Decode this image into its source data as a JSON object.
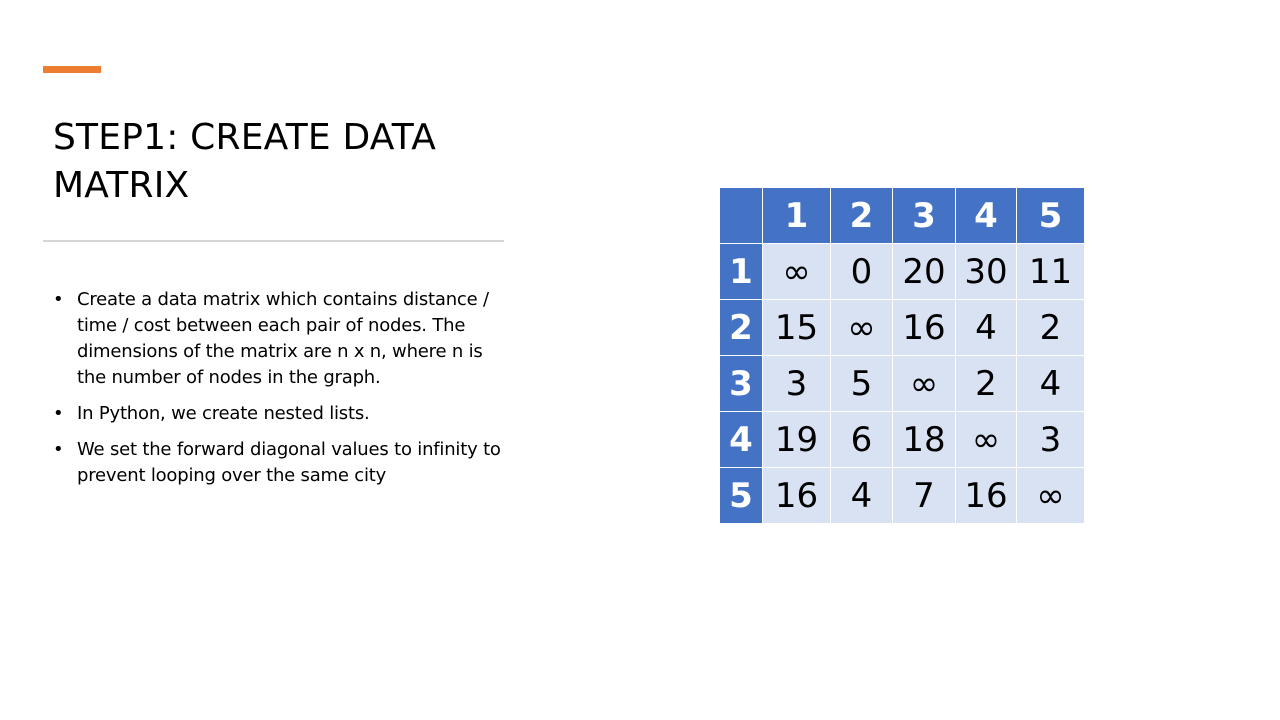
{
  "colors": {
    "accent": "#ED7D31",
    "header_fill": "#4472C4",
    "cell_fill": "#D9E2F3",
    "rule": "#D6D6D6"
  },
  "slide": {
    "title": "STEP1: CREATE DATA MATRIX",
    "bullet_glyph": "•",
    "bullets": [
      "Create a data matrix which contains distance / time / cost between each pair of nodes. The dimensions of the matrix are n x n, where n is the number of nodes in the graph.",
      "In Python, we create nested lists.",
      "We set the forward diagonal values to infinity to prevent looping over the same city"
    ]
  },
  "chart_data": {
    "type": "table",
    "columns": [
      "1",
      "2",
      "3",
      "4",
      "5"
    ],
    "rows": [
      {
        "label": "1",
        "values": [
          "∞",
          "0",
          "20",
          "30",
          "11"
        ]
      },
      {
        "label": "2",
        "values": [
          "15",
          "∞",
          "16",
          "4",
          "2"
        ]
      },
      {
        "label": "3",
        "values": [
          "3",
          "5",
          "∞",
          "2",
          "4"
        ]
      },
      {
        "label": "4",
        "values": [
          "19",
          "6",
          "18",
          "∞",
          "3"
        ]
      },
      {
        "label": "5",
        "values": [
          "16",
          "4",
          "7",
          "16",
          "∞"
        ]
      }
    ]
  }
}
